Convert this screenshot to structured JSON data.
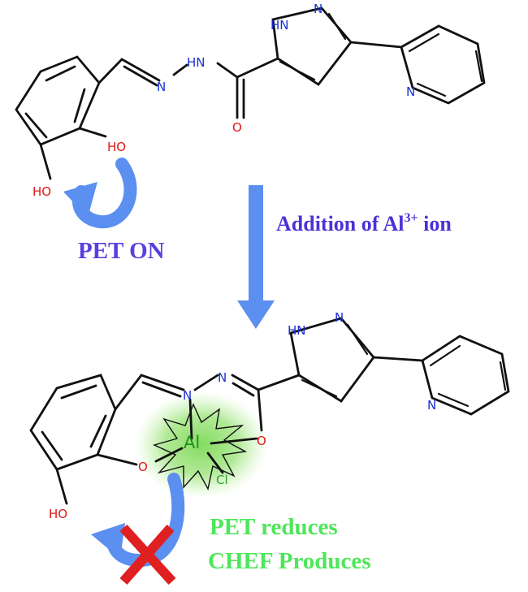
{
  "colors": {
    "bond": "#111111",
    "nitrogen": "#1a2fd6",
    "oxygen": "#e01616",
    "chloride": "#2aa02a",
    "aluminium": "#1c8f1c",
    "glow": "#7ed957",
    "arrow": "#5b8ff0",
    "pet_on_text": "#5a3ee0",
    "addition_text": "#4d31d6",
    "pet_reduces_text": "#4ee65a",
    "cross": "#e02020"
  },
  "icons": {
    "curved_arrow": "curved-arrow-icon",
    "down_arrow": "down-arrow-icon",
    "cross": "cross-mark-icon",
    "starburst": "starburst-icon"
  },
  "top_structure": {
    "pyrazole_nh": "HN",
    "pyrazole_n": "N",
    "amide_nh": "HN",
    "imine_n": "N",
    "carbonyl_o": "O",
    "pyridine_n": "N",
    "phenol_oh_upper": "HO",
    "phenol_oh_lower": "HO"
  },
  "pet_on_label": "PET ON",
  "addition_label": {
    "prefix": "Addition of Al",
    "superscript": "3+",
    "suffix": " ion"
  },
  "bottom_structure": {
    "pyrazole_nh": "HN",
    "pyrazole_n": "N",
    "pyridine_n": "N",
    "imine_n_left": "N",
    "imine_n_right": "N",
    "enolate_o": "O",
    "phenolate_o": "O",
    "metal": "Al",
    "chloride": "Cl",
    "phenol_oh": "HO"
  },
  "result_lines": [
    "PET reduces",
    "CHEF Produces"
  ]
}
